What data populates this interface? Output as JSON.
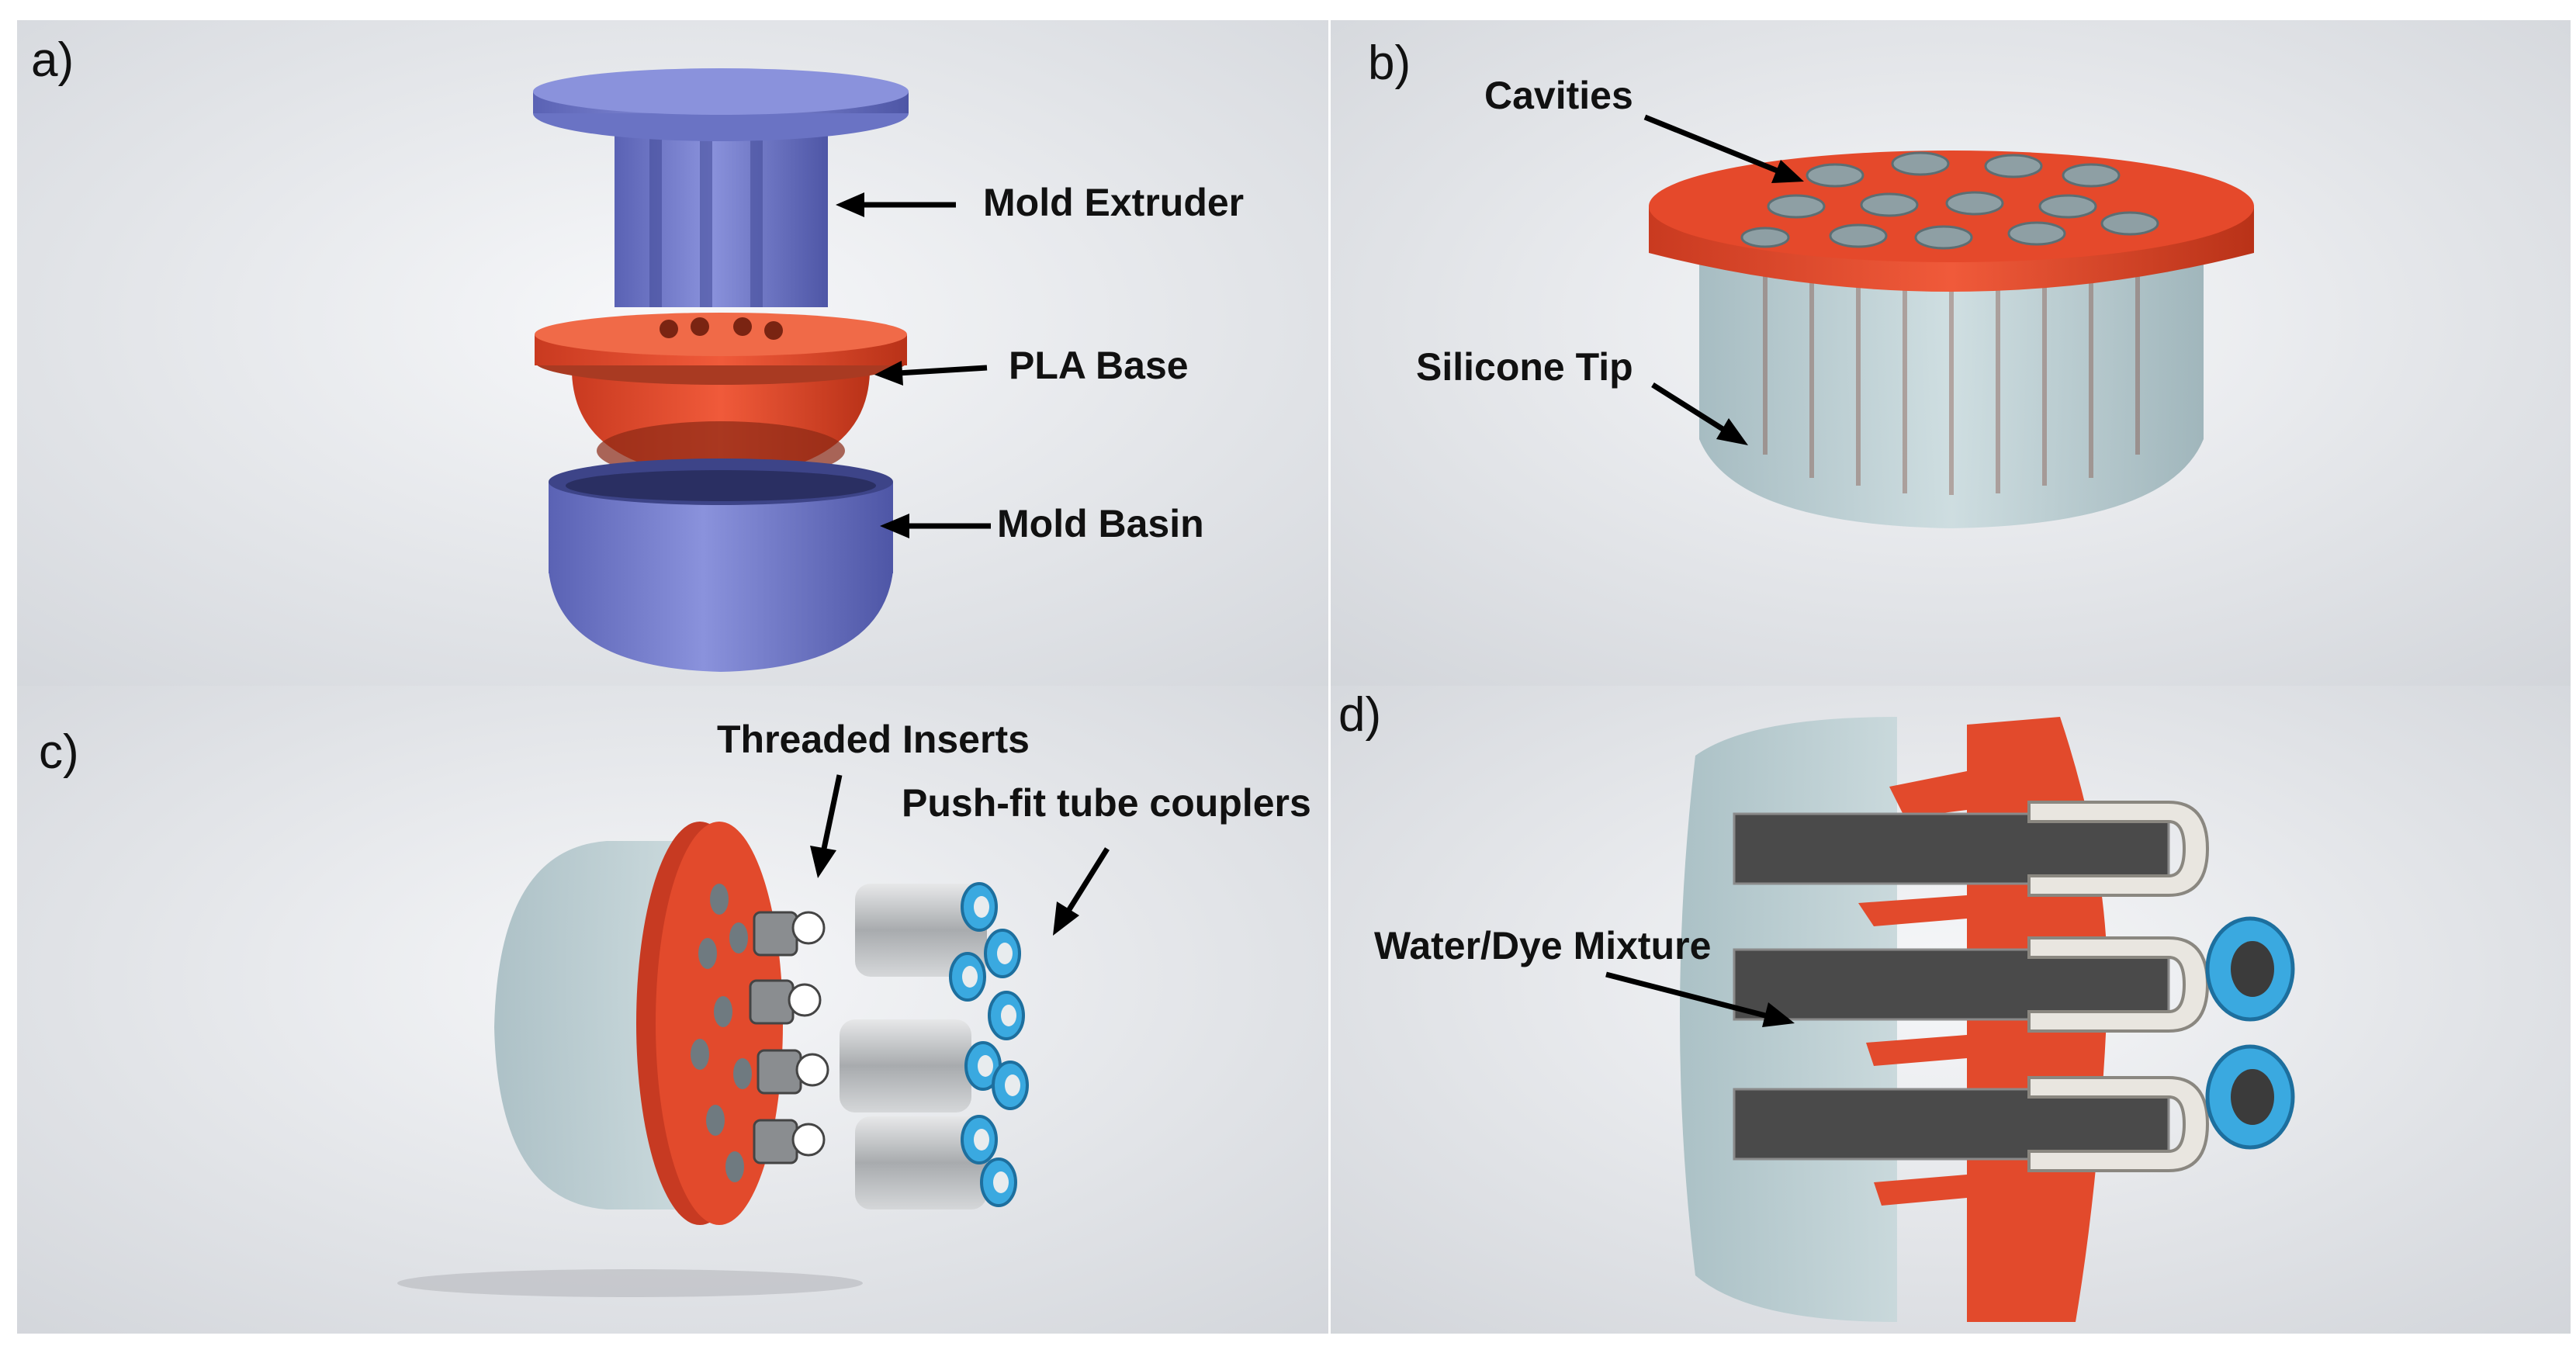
{
  "panels": {
    "a": {
      "letter": "a)",
      "labels": {
        "extruder": "Mold Extruder",
        "base": "PLA Base",
        "basin": "Mold Basin"
      }
    },
    "b": {
      "letter": "b)",
      "labels": {
        "cavities": "Cavities",
        "tip": "Silicone Tip"
      }
    },
    "c": {
      "letter": "c)",
      "labels": {
        "inserts": "Threaded Inserts",
        "couplers": "Push-fit tube couplers"
      }
    },
    "d": {
      "letter": "d)",
      "labels": {
        "mixture": "Water/Dye Mixture"
      }
    }
  },
  "colors": {
    "mold_blue": "#6a73c4",
    "pla_red": "#e24a2c",
    "silicone": "#b9cdd2",
    "coupler_blue": "#3aa9e0",
    "metal": "#c7c9cb",
    "dye": "#4a4a4a"
  }
}
